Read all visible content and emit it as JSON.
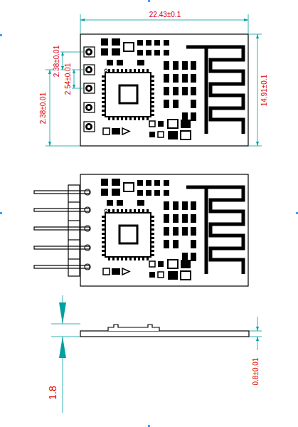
{
  "diagram": {
    "labels": [
      "22.43±0.1",
      "2.38±0.01",
      "2.38±0.01",
      "2.54±0.01",
      "14.91±0.1",
      "0.8±0.01",
      "1.8"
    ]
  }
}
